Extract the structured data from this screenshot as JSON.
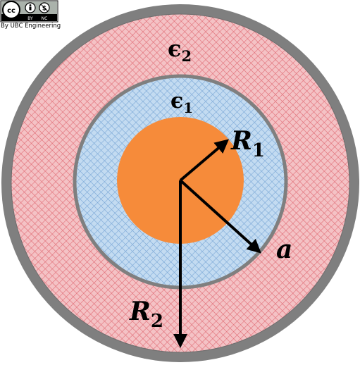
{
  "license": {
    "cc_mark": "cc",
    "by_label": "BY",
    "nc_label": "NC",
    "credit": "By UBC Engineering"
  },
  "labels": {
    "eps2_base": "ϵ",
    "eps2_sub": "2",
    "eps1_base": "ϵ",
    "eps1_sub": "1",
    "r1_base": "R",
    "r1_sub": "1",
    "a": "a",
    "r2_base": "R",
    "r2_sub": "2"
  },
  "colors": {
    "shell": "#7f7f7f",
    "outer_dielectric": "#f2b8bb",
    "outer_dielectric_pattern": "#e06c75",
    "inner_dielectric": "#bcd5ee",
    "inner_dielectric_pattern": "#7aa7d6",
    "core": "#f68b3a",
    "arrow": "#000000"
  }
}
